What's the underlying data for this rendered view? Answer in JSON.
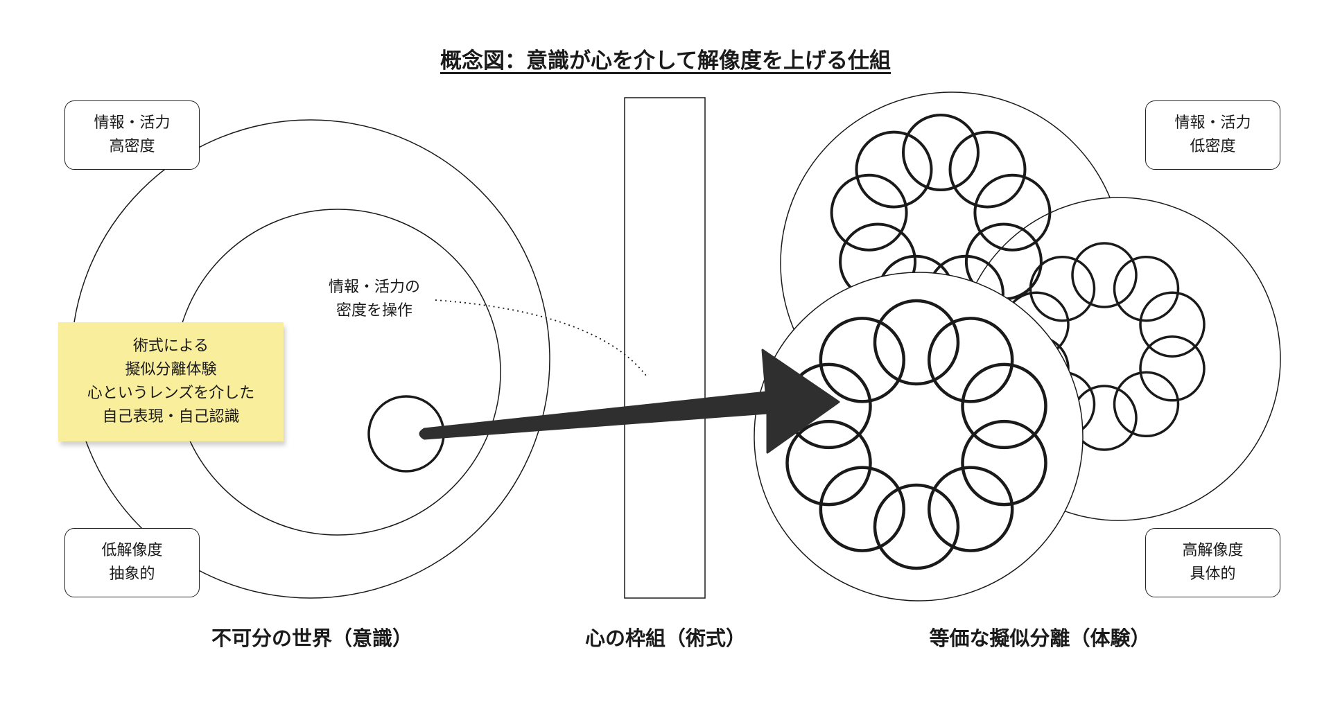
{
  "title": "概念図：意識が心を介して解像度を上げる仕組",
  "boxes": {
    "top_left": [
      "情報・活力",
      "高密度"
    ],
    "bottom_left": [
      "低解像度",
      "抽象的"
    ],
    "top_right": [
      "情報・活力",
      "低密度"
    ],
    "bottom_right": [
      "高解像度",
      "具体的"
    ]
  },
  "sticky_note": [
    "術式による",
    "擬似分離体験",
    "心というレンズを介した",
    "自己表現・自己認識"
  ],
  "center_annotation": [
    "情報・活力の",
    "密度を操作"
  ],
  "bottom_labels": {
    "left": "不可分の世界（意識）",
    "middle": "心の枠組（術式）",
    "right": "等価な擬似分離（体験）"
  },
  "colors": {
    "stroke": "#1a1a1a",
    "arrow": "#2f2f2f",
    "sticky": "#f9ee9c"
  }
}
